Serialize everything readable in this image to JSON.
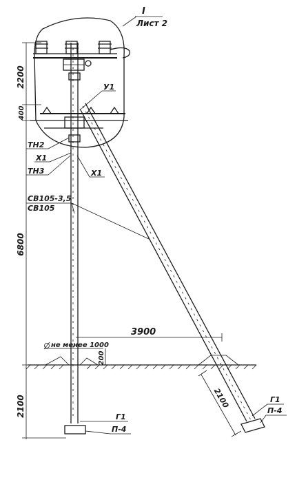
{
  "sheet": {
    "roman": "I",
    "sheet_label": "Лист 2"
  },
  "dimensions": {
    "top_section": "2200",
    "crossarm_gap": "400",
    "pole_length": "6800",
    "underground": "2100",
    "brace_offset": "3900",
    "brace_underground": "2100",
    "setback": "200",
    "min_clearance": "не менее 1000"
  },
  "labels": {
    "clamp_u1": "У1",
    "tn2": "ТН2",
    "x1_upper": "Х1",
    "tn3": "ТН3",
    "x1_lower": "Х1",
    "pole_type_1": "СВ105-3,5",
    "pole_type_2": "СВ105",
    "base_g1": "Г1",
    "base_p4": "П-4",
    "brace_g1": "Г1",
    "brace_p4": "П-4"
  }
}
